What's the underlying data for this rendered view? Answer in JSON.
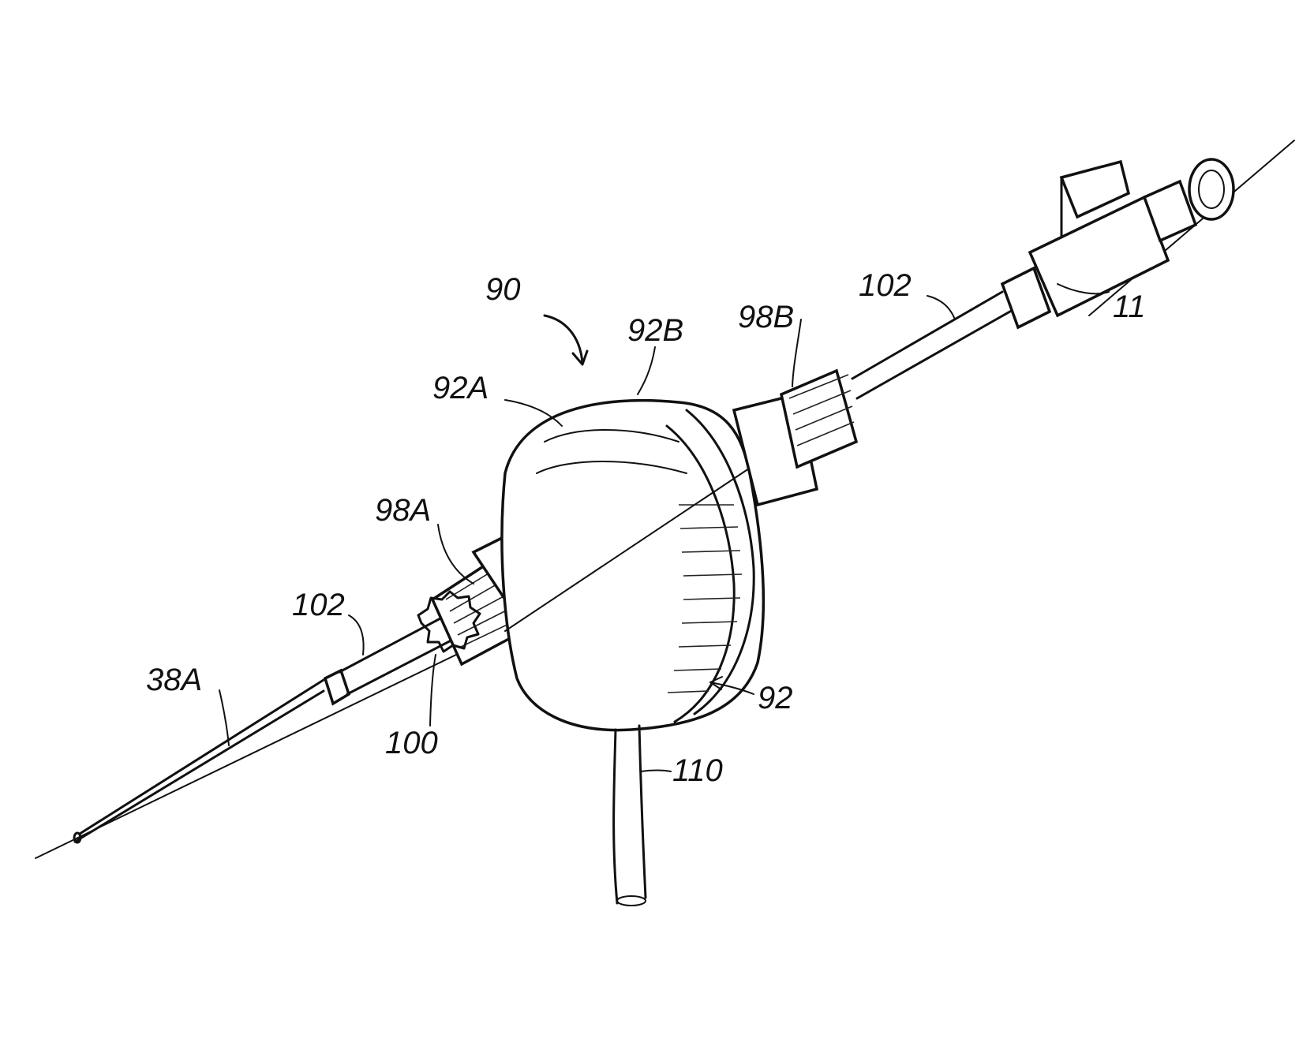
{
  "labels": {
    "assembly": "90",
    "housing_a": "92A",
    "housing_b": "92B",
    "housing": "92",
    "fitting_a": "98A",
    "fitting_b": "98B",
    "tube_left": "102",
    "tube_right": "102",
    "guidewire": "38A",
    "star_insert": "100",
    "side_tube": "110",
    "connector": "11"
  },
  "colors": {
    "line": "#111111",
    "background": "#ffffff"
  }
}
